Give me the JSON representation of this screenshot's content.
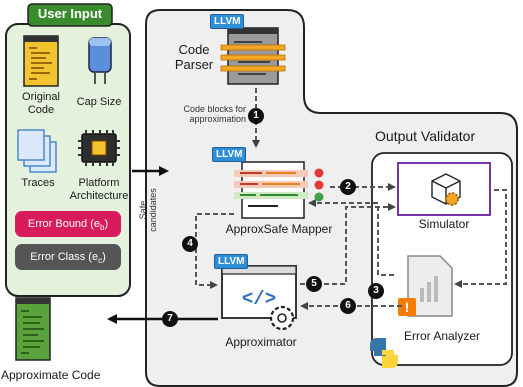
{
  "user_input": {
    "title": "User Input",
    "original_code_label": "Original\nCode",
    "cap_size_label": "Cap Size",
    "traces_label": "Traces",
    "platform_label": "Platform\nArchitecture",
    "error_bound_label": "Error Bound (e",
    "error_bound_sub": "b",
    "error_class_label": "Error Class (e",
    "error_class_sub": "c"
  },
  "pipeline": {
    "llvm_badge": "LLVM",
    "code_parser_label": "Code\nParser",
    "code_blocks_label": "Code blocks for\napproximation",
    "approxsafe_label": "ApproxSafe Mapper",
    "safe_candidates_label": "Safe\ncandidates",
    "approximator_label": "Approximator",
    "approximate_code_label": "Approximate Code"
  },
  "validator": {
    "title": "Output Validator",
    "simulator_label": "Simulator",
    "error_analyzer_label": "Error Analyzer"
  },
  "steps": [
    "1",
    "2",
    "3",
    "4",
    "5",
    "6",
    "7"
  ],
  "icons": [
    "code-file-icon",
    "capacitor-icon",
    "traces-icon",
    "chip-icon",
    "cube-gear-icon",
    "report-icon",
    "python-icon",
    "gear-icon"
  ],
  "colors": {
    "user_input_bg": "#e4f1dd",
    "user_input_title_bg": "#3a8a2e",
    "error_bound_bg": "#d81b5a",
    "error_class_bg": "#555555",
    "container_bg": "#efefef",
    "llvm_badge": "#2f8fd6",
    "simulator_border": "#6a1fa0",
    "approx_code_bg": "#5aa23c"
  }
}
